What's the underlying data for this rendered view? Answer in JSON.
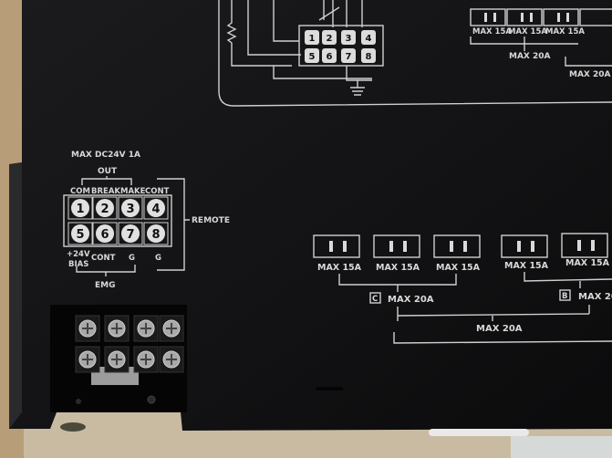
{
  "top_panel": {
    "relay_pins": [
      "1",
      "2",
      "3",
      "4",
      "5",
      "6",
      "7",
      "8"
    ],
    "outlet_labels": [
      "MAX 15A",
      "MAX 15A",
      "MAX 15A"
    ],
    "group_label": "MAX 20A",
    "group_label_right": "MAX 20A"
  },
  "connector": {
    "max_rating": "MAX DC24V 1A",
    "out_label": "OUT",
    "col_com": "COM",
    "col_break": "BREAK",
    "col_make": "MAKE",
    "col_cont": "CONT",
    "remote_label": "REMOTE",
    "pins": [
      "1",
      "2",
      "3",
      "4",
      "5",
      "6",
      "7",
      "8"
    ],
    "bias_line1": "+24V",
    "bias_line2": "BIAS",
    "cont_label": "CONT",
    "g_label_1": "G",
    "g_label_2": "G",
    "emg_label": "EMG"
  },
  "outlets": {
    "labels": [
      "MAX 15A",
      "MAX 15A",
      "MAX 15A",
      "MAX 15A",
      "MAX 15A"
    ],
    "group_c_letter": "C",
    "group_c_label": "MAX 20A",
    "group_b_letter": "B",
    "group_b_label": "MAX 20",
    "total_label": "MAX 20A"
  }
}
